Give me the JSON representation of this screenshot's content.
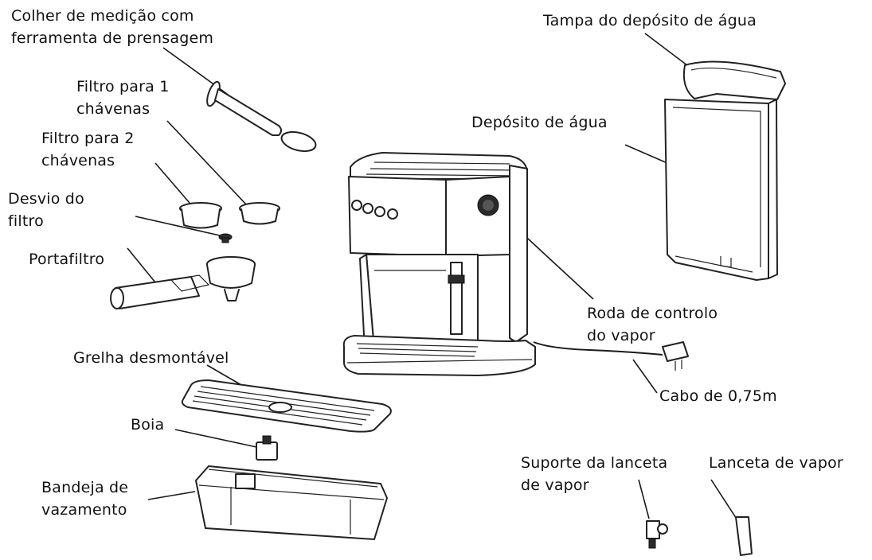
{
  "labels": {
    "scoop": [
      "Colher de medição com",
      "ferramenta de prensagem"
    ],
    "filter1": [
      "Filtro para 1",
      "chávenas"
    ],
    "filter2": [
      "Filtro para 2",
      "chávenas"
    ],
    "diverter": [
      "Desvio do",
      "filtro"
    ],
    "portafilter": "Portafiltro",
    "grille": "Grelha desmontável",
    "float": "Boia",
    "driptray": [
      "Bandeja de",
      "vazamento"
    ],
    "tank_lid": "Tampa do depósito de água",
    "tank": "Depósito de água",
    "steam_knob": [
      "Roda de controlo",
      "do vapor"
    ],
    "cable": "Cabo de 0,75m",
    "wand_holder": [
      "Suporte da lanceta",
      "de vapor"
    ],
    "wand": "Lanceta de vapor"
  }
}
